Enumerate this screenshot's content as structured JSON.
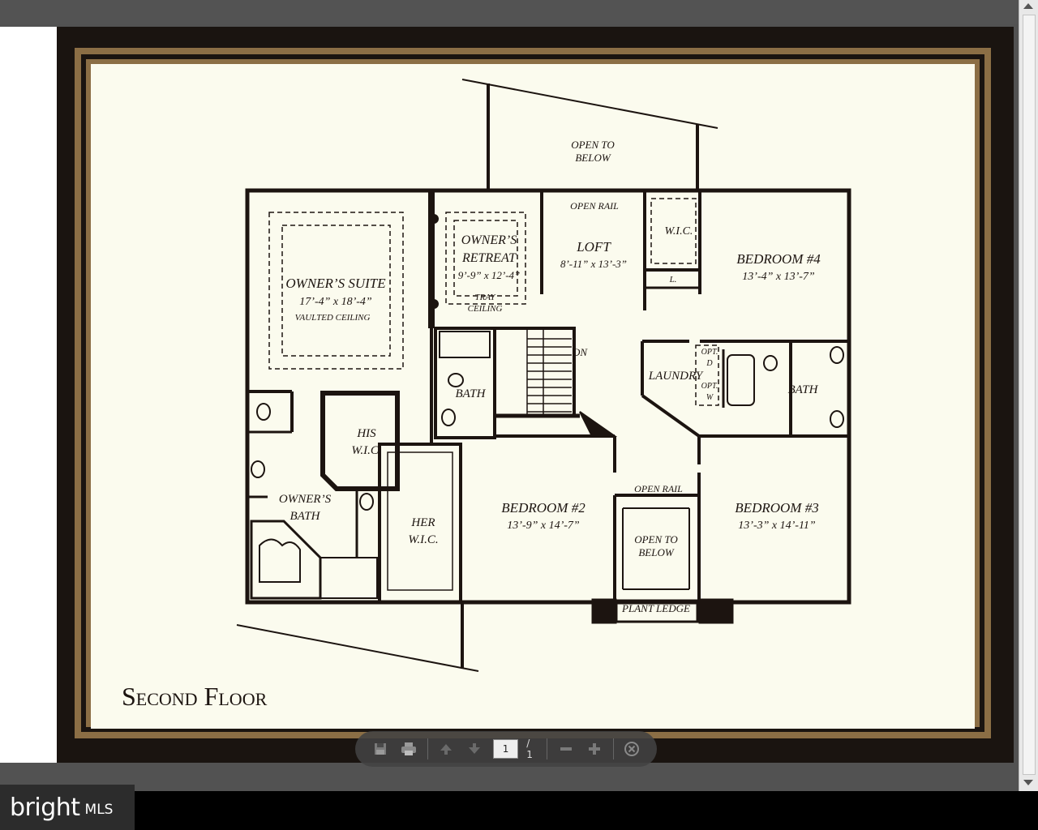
{
  "plan": {
    "title": "Second Floor",
    "rooms": {
      "open_below_top": [
        "OPEN TO",
        "BELOW"
      ],
      "open_rail_top": "OPEN RAIL",
      "loft_name": "LOFT",
      "loft_dim": "8’-11” x 13’-3”",
      "owners_suite_name": "OWNER’S SUITE",
      "owners_suite_dim": "17’-4” x 18’-4”",
      "owners_suite_note": "VAULTED CEILING",
      "owners_retreat_name": [
        "OWNER’S",
        "RETREAT"
      ],
      "owners_retreat_dim": "9’-9” x 12’-4”",
      "owners_retreat_note": [
        "TRAY",
        "CEILING"
      ],
      "wic_top": "W.I.C.",
      "linen": "L.",
      "bedroom4_name": "BEDROOM #4",
      "bedroom4_dim": "13’-4” x 13’-7”",
      "dn": "DN",
      "bath_center": "BATH",
      "laundry": "LAUNDRY",
      "opt_d": [
        "OPT.",
        "D"
      ],
      "opt_w": [
        "OPT.",
        "W"
      ],
      "bath_right": "BATH",
      "his_wic": [
        "HIS",
        "W.I.C."
      ],
      "owners_bath": [
        "OWNER’S",
        "BATH"
      ],
      "her_wic": [
        "HER",
        "W.I.C."
      ],
      "bedroom2_name": "BEDROOM #2",
      "bedroom2_dim": "13’-9” x 14’-7”",
      "open_rail_bottom": "OPEN RAIL",
      "open_below_bottom": [
        "OPEN TO",
        "BELOW"
      ],
      "bedroom3_name": "BEDROOM #3",
      "bedroom3_dim": "13’-3” x 14’-11”",
      "plant_ledge": "PLANT LEDGE"
    }
  },
  "toolbar": {
    "save_icon": "save-icon",
    "print_icon": "print-icon",
    "prev_icon": "arrow-up-icon",
    "next_icon": "arrow-down-icon",
    "page_value": "1",
    "page_total": "/ 1",
    "zoom_out_icon": "minus-icon",
    "zoom_in_icon": "plus-icon",
    "close_icon": "close-icon"
  },
  "watermark": {
    "brand": "bright",
    "suffix": "MLS"
  },
  "colors": {
    "paper": "#fbfbee",
    "frame_outer": "#1a1410",
    "frame_gold": "#8b6e45",
    "ink": "#1c1410"
  }
}
